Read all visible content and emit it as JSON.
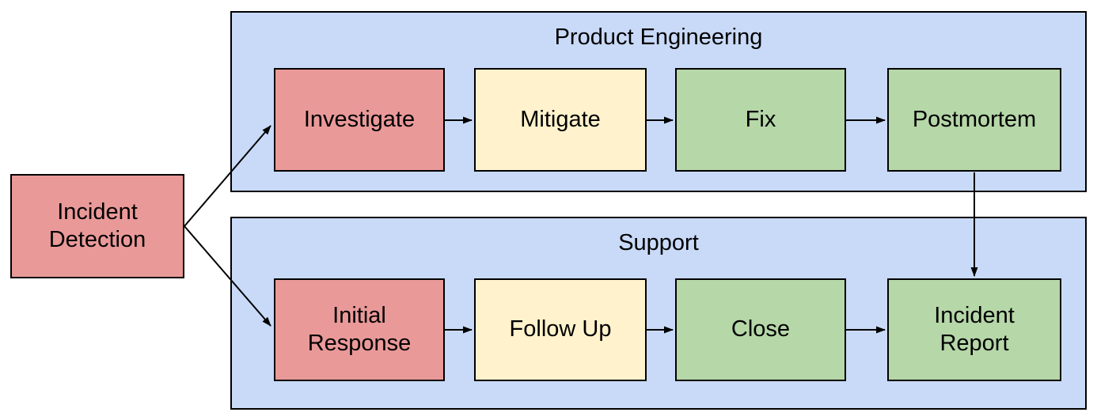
{
  "diagram": {
    "type": "flowchart",
    "background": "#FFFFFF",
    "colors": {
      "lane_fill": "#C9DAF8",
      "red": "#EA9999",
      "yellow": "#FFF2CC",
      "green": "#B6D7A8",
      "border": "#000000",
      "arrow": "#000000",
      "text": "#000000"
    },
    "start_node": {
      "id": "incident-detection",
      "label": "Incident\nDetection",
      "color": "#EA9999"
    },
    "lanes": [
      {
        "title": "Product Engineering",
        "fill": "#C9DAF8",
        "boxes": [
          {
            "id": "investigate",
            "label": "Investigate",
            "color": "#EA9999"
          },
          {
            "id": "mitigate",
            "label": "Mitigate",
            "color": "#FFF2CC"
          },
          {
            "id": "fix",
            "label": "Fix",
            "color": "#B6D7A8"
          },
          {
            "id": "postmortem",
            "label": "Postmortem",
            "color": "#B6D7A8"
          }
        ]
      },
      {
        "title": "Support",
        "fill": "#C9DAF8",
        "boxes": [
          {
            "id": "initial-response",
            "label": "Initial\nResponse",
            "color": "#EA9999"
          },
          {
            "id": "follow-up",
            "label": "Follow Up",
            "color": "#FFF2CC"
          },
          {
            "id": "close",
            "label": "Close",
            "color": "#B6D7A8"
          },
          {
            "id": "incident-report",
            "label": "Incident\nReport",
            "color": "#B6D7A8"
          }
        ]
      }
    ],
    "edges": [
      {
        "from": "Incident Detection",
        "to": "Investigate"
      },
      {
        "from": "Incident Detection",
        "to": "Initial Response"
      },
      {
        "from": "Investigate",
        "to": "Mitigate"
      },
      {
        "from": "Mitigate",
        "to": "Fix"
      },
      {
        "from": "Fix",
        "to": "Postmortem"
      },
      {
        "from": "Postmortem",
        "to": "Incident Report"
      },
      {
        "from": "Initial Response",
        "to": "Follow Up"
      },
      {
        "from": "Follow Up",
        "to": "Close"
      },
      {
        "from": "Close",
        "to": "Incident Report"
      }
    ]
  }
}
